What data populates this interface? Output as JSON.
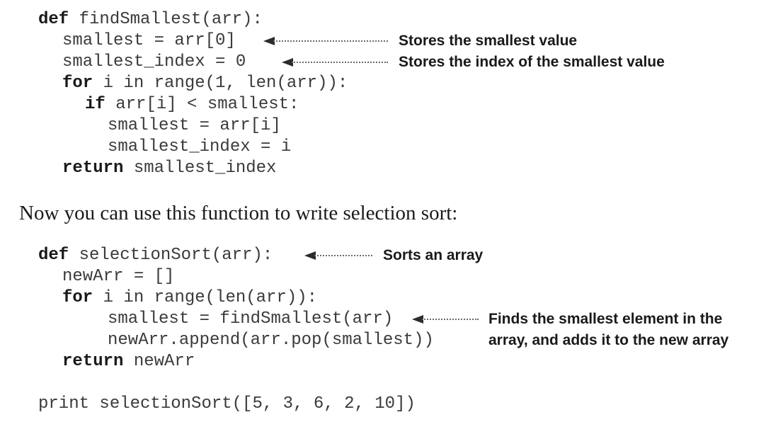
{
  "code_block_1": {
    "line1_kw": "def",
    "line1_rest": " findSmallest(arr):",
    "line2": "smallest = arr[0]",
    "line3": "smallest_index = 0",
    "line4_kw": "for",
    "line4_rest": " i in range(1, len(arr)):",
    "line5_kw": "if",
    "line5_rest": " arr[i] < smallest:",
    "line6": "smallest = arr[i]",
    "line7": "smallest_index = i",
    "line8_kw": "return",
    "line8_rest": " smallest_index"
  },
  "annotations_1": {
    "smallest_value": "Stores the smallest value",
    "smallest_index": "Stores the index of the smallest value"
  },
  "prose": {
    "text": "Now you can use this function to write selection sort:"
  },
  "code_block_2": {
    "line1_kw": "def",
    "line1_rest": " selectionSort(arr):",
    "line2": "newArr = []",
    "line3_kw": "for",
    "line3_rest": " i in range(len(arr)):",
    "line4": "smallest = findSmallest(arr)",
    "line5": "newArr.append(arr.pop(smallest))",
    "line6_kw": "return",
    "line6_rest": " newArr",
    "line7": "print selectionSort([5, 3, 6, 2, 10])"
  },
  "annotations_2": {
    "sorts": "Sorts an array",
    "finds_line1": "Finds the smallest element in the",
    "finds_line2": "array, and adds it to the new array"
  }
}
